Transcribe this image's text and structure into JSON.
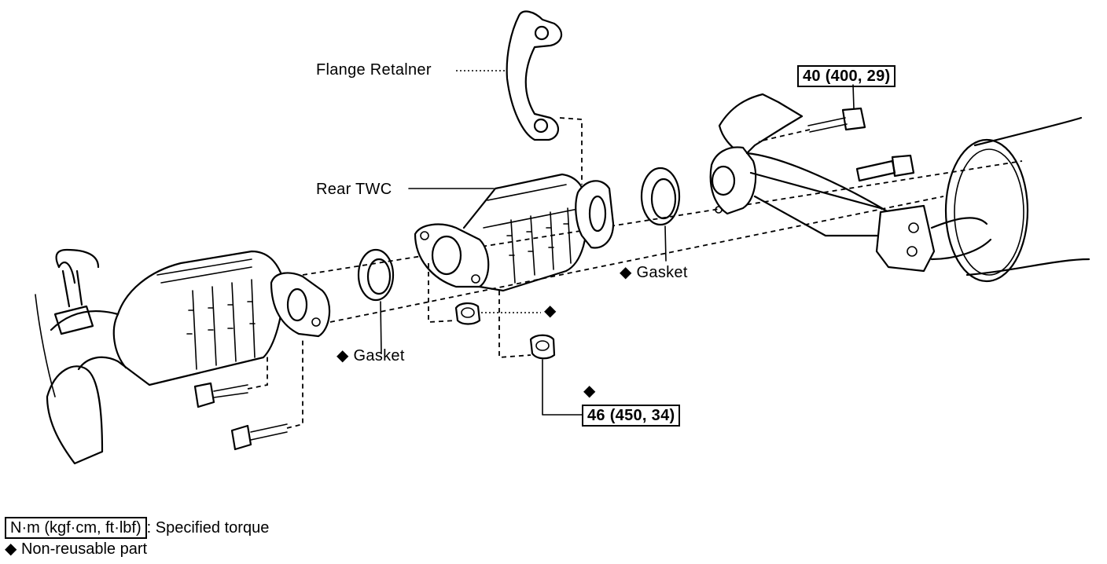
{
  "labels": {
    "flange_retainer": "Flange Retalner",
    "rear_twc": "Rear TWC",
    "gasket_left": "Gasket",
    "gasket_right": "Gasket"
  },
  "torque": {
    "upper": "40 (400, 29)",
    "lower": "46 (450, 34)"
  },
  "legend": {
    "torque_unit": "N·m (kgf·cm, ft·lbf)",
    "torque_desc": ": Specified torque",
    "non_reusable": "Non-reusable part"
  },
  "symbols": {
    "non_reusable": "◆"
  }
}
